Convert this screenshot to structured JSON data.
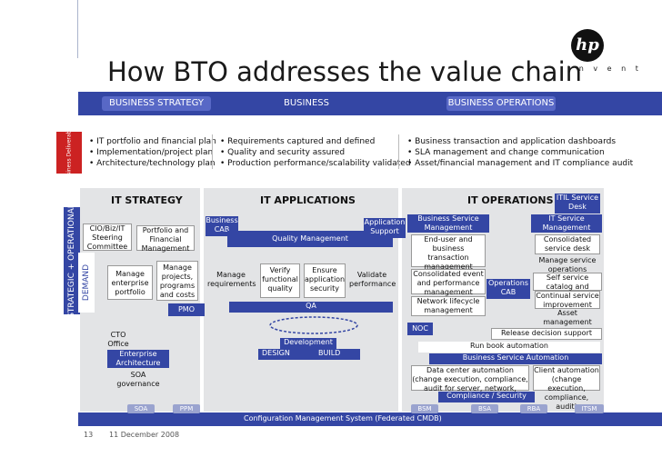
{
  "title": "How BTO addresses the value chain",
  "logo": {
    "text": "hp",
    "tagline": "i n v e n t"
  },
  "band": {
    "strategy": "BUSINESS STRATEGY",
    "business": "BUSINESS",
    "operations": "BUSINESS OPERATIONS"
  },
  "deliverables_label": "Business Deliverables",
  "bullets": {
    "left": [
      "• IT portfolio and financial plan",
      "• Implementation/project plan",
      "• Architecture/technology plan"
    ],
    "mid": [
      "• Requirements captured and defined",
      "• Quality and security assured",
      "• Production performance/scalability validated"
    ],
    "right": [
      "• Business transaction and application dashboards",
      "• SLA management and change communication",
      "• Asset/financial management and IT compliance audit"
    ]
  },
  "columns": {
    "strategy": "IT STRATEGY",
    "applications": "IT APPLICATIONS",
    "operations": "IT OPERATIONS"
  },
  "side": {
    "strategic": "STRATEGIC + OPERATIONAL",
    "demand": "DEMAND"
  },
  "strategy": {
    "cio": "CIO/Biz/IT Steering Committee",
    "portfolio": "Portfolio and Financial Management",
    "manage_portfolio": "Manage enterprise portfolio",
    "manage_projects": "Manage projects, programs and costs",
    "pmo": "PMO",
    "cto": "CTO Office",
    "ea": "Enterprise Architecture",
    "soa_gov": "SOA governance"
  },
  "apps": {
    "business_cab": "Business CAB",
    "app_support": "Application Support",
    "quality_mgmt": "Quality Management",
    "manage_req": "Manage requirements",
    "verify": "Verify functional quality",
    "ensure": "Ensure application security",
    "validate": "Validate performance",
    "qa": "QA",
    "development": "Development",
    "design": "DESIGN",
    "build": "BUILD"
  },
  "ops": {
    "itil": "ITIL Service Desk",
    "bsm": "Business Service Management",
    "it_service_mgmt": "IT Service Management",
    "end_user": "End-user and business transaction management",
    "consolidated_sd": "Consolidated service desk",
    "consolidated_event": "Consolidated event and performance management",
    "ops_cab": "Operations CAB",
    "manage_service": "Manage service operations processes",
    "self_service": "Self service catalog and knowledge",
    "continual": "Continual service improvement",
    "network": "Network lifecycle management",
    "asset": "Asset management",
    "noc": "NOC",
    "release": "Release decision support",
    "runbook": "Run book automation",
    "bsa": "Business Service Automation",
    "datacenter": "Data center automation (change execution, compliance, audit for server, network, storage)",
    "client": "Client automation (change execution, compliance, audit)",
    "compliance": "Compliance / Security"
  },
  "bottom": {
    "cmdb": "Configuration Management System (Federated CMDB)",
    "tags": [
      "SOA",
      "PPM",
      "BSM",
      "BSA",
      "RBA",
      "ITSM"
    ]
  },
  "footer": {
    "page": "13",
    "date": "11 December 2008"
  },
  "colors": {
    "brand_blue": "#3446a4",
    "red": "#cc2222",
    "gray": "#e3e4e6"
  }
}
